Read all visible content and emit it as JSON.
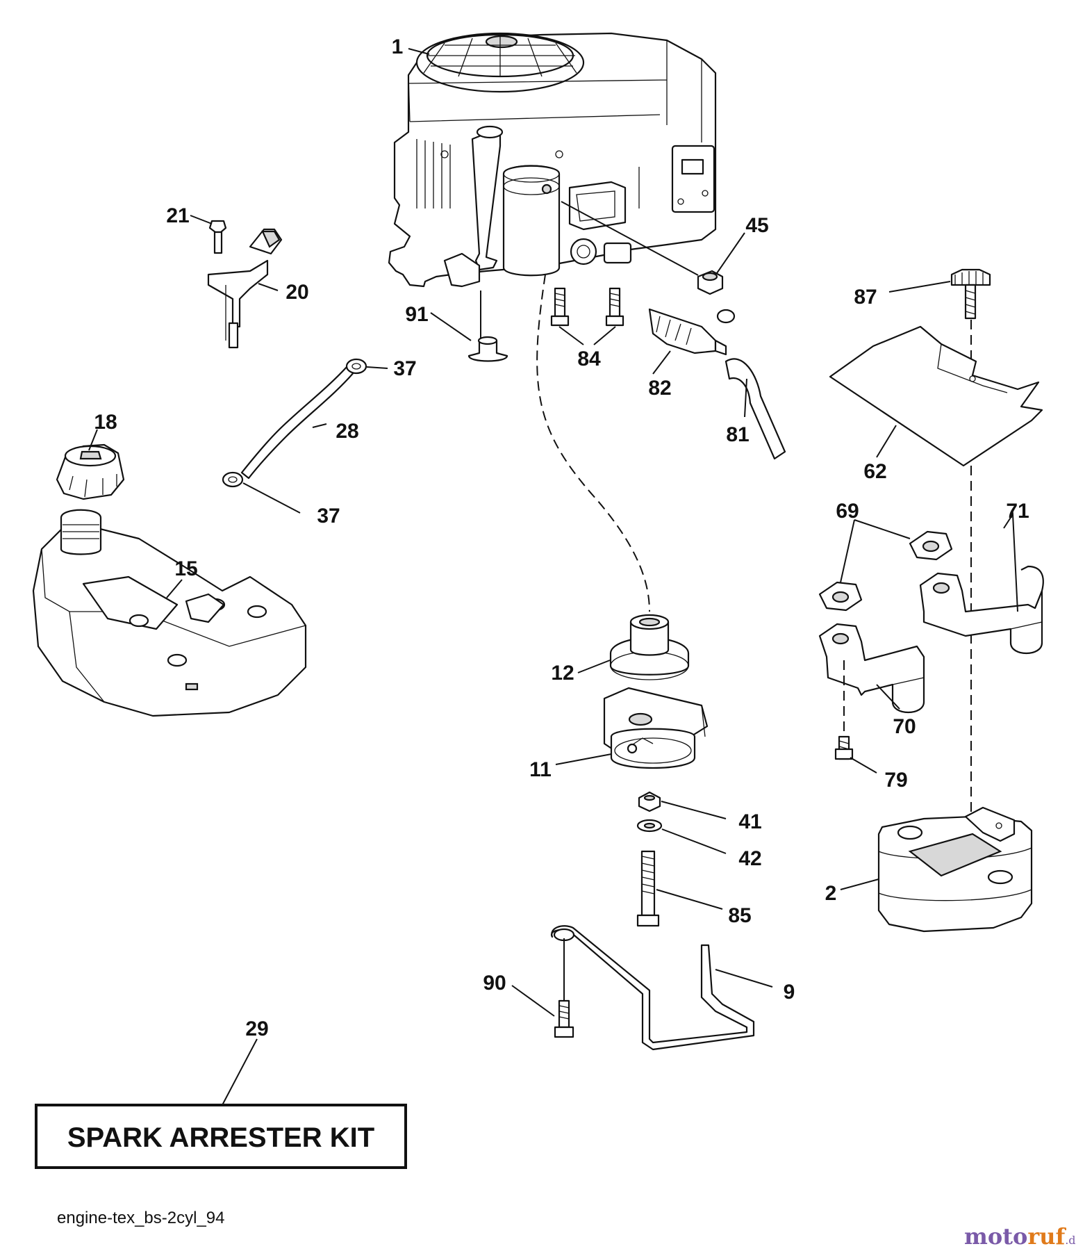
{
  "labels": {
    "p1": "1",
    "p2": "2",
    "p9": "9",
    "p11": "11",
    "p12": "12",
    "p15": "15",
    "p18": "18",
    "p20": "20",
    "p21": "21",
    "p28": "28",
    "p29": "29",
    "p37a": "37",
    "p37b": "37",
    "p41": "41",
    "p42": "42",
    "p45": "45",
    "p62": "62",
    "p69": "69",
    "p70": "70",
    "p71": "71",
    "p79": "79",
    "p81": "81",
    "p82": "82",
    "p84": "84",
    "p85": "85",
    "p87": "87",
    "p90": "90",
    "p91": "91"
  },
  "kit_label": "SPARK ARRESTER KIT",
  "diagram_code": "engine-tex_bs-2cyl_94",
  "watermark": {
    "part1": "moto",
    "part2": "ruf",
    "suffix": ".de"
  }
}
